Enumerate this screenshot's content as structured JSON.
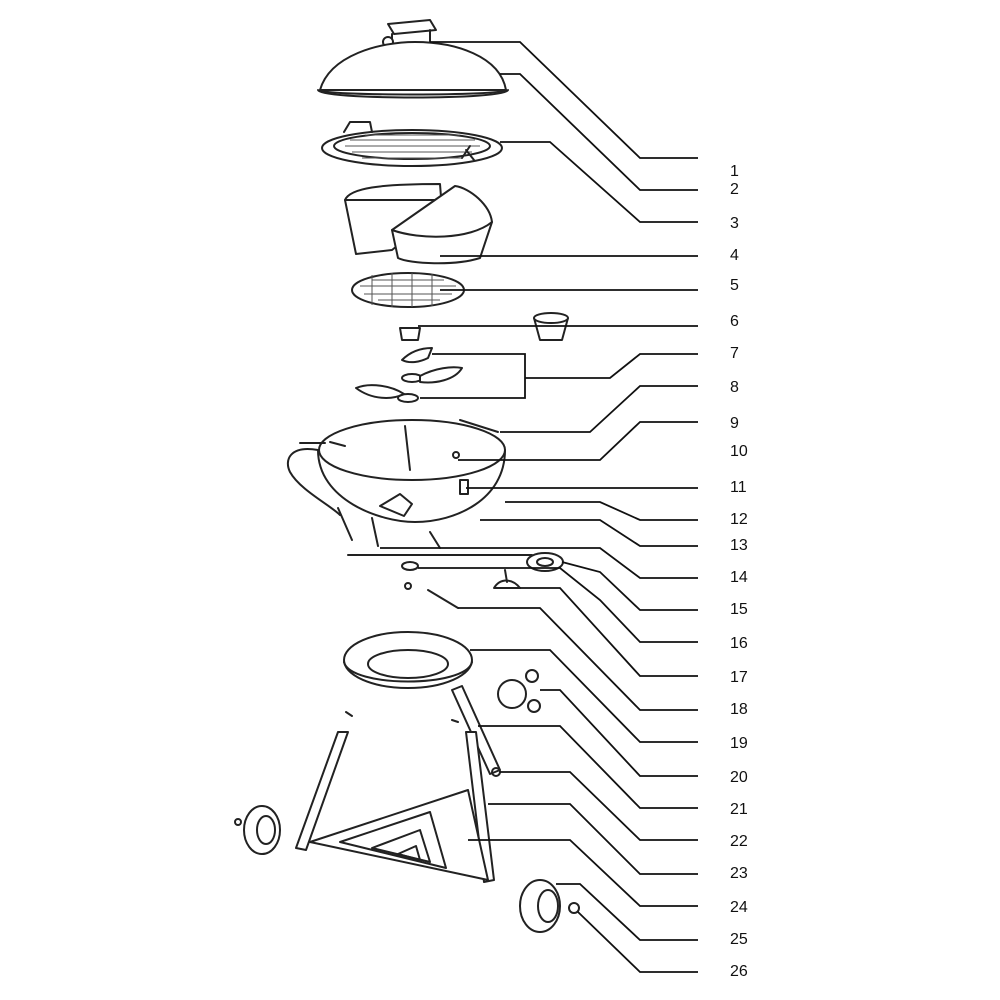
{
  "diagram": {
    "callouts": [
      {
        "n": "1"
      },
      {
        "n": "2"
      },
      {
        "n": "3"
      },
      {
        "n": "4"
      },
      {
        "n": "5"
      },
      {
        "n": "6"
      },
      {
        "n": "7"
      },
      {
        "n": "8"
      },
      {
        "n": "9"
      },
      {
        "n": "10"
      },
      {
        "n": "11"
      },
      {
        "n": "12"
      },
      {
        "n": "13"
      },
      {
        "n": "14"
      },
      {
        "n": "15"
      },
      {
        "n": "16"
      },
      {
        "n": "17"
      },
      {
        "n": "18"
      },
      {
        "n": "19"
      },
      {
        "n": "20"
      },
      {
        "n": "21"
      },
      {
        "n": "22"
      },
      {
        "n": "23"
      },
      {
        "n": "24"
      },
      {
        "n": "25"
      },
      {
        "n": "26"
      }
    ]
  }
}
